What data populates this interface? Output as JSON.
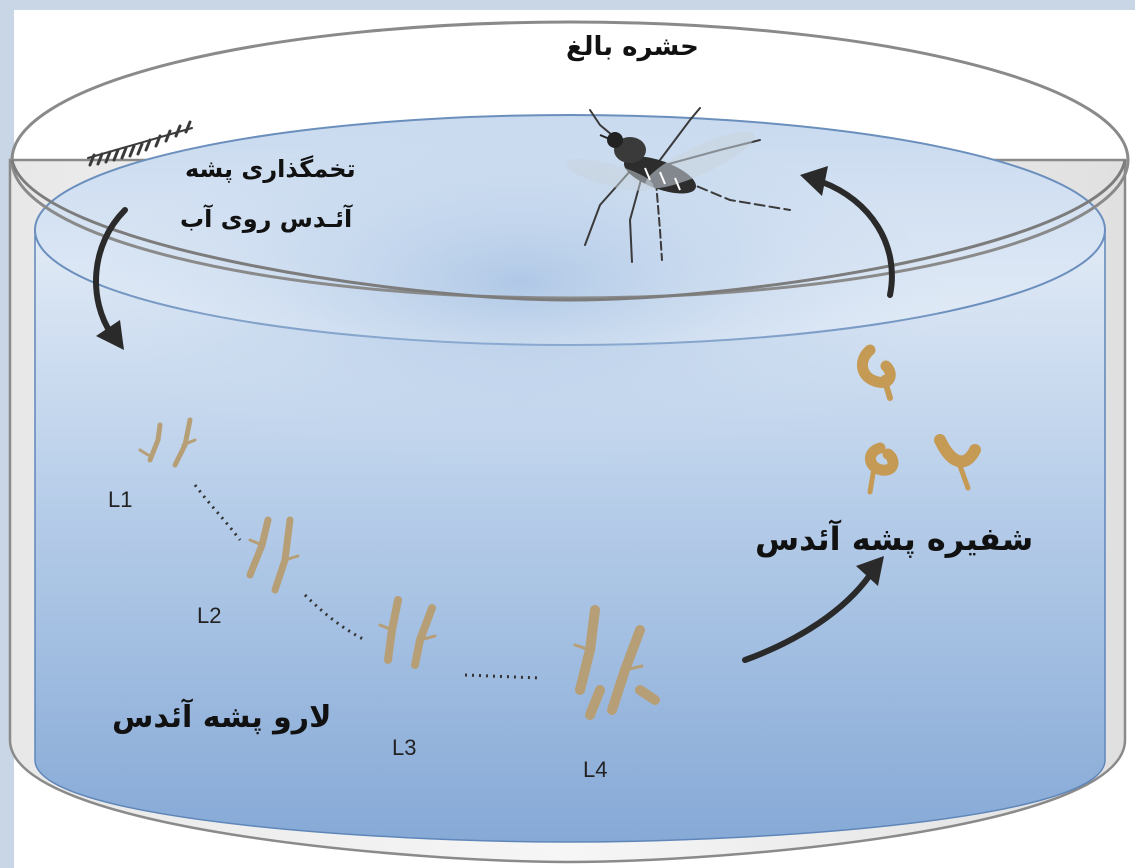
{
  "labels": {
    "adult": "حشره بالغ",
    "eggs_line1": "تخمگذاری پشه",
    "eggs_line2": "آئـدس روی آب",
    "larva": "لارو پشه آئدس",
    "pupa": "شفیره پشه آئدس"
  },
  "stages": [
    "L1",
    "L2",
    "L3",
    "L4"
  ],
  "colors": {
    "background_bars": "#c9d6e6",
    "water_top": "#d3e1f1",
    "water_bottom": "#8fb1d9",
    "container_rim": "#8a8a8a",
    "arrow": "#2a2a2a",
    "larva_body": "#b69f76",
    "pupa_body": "#c49a55"
  },
  "icons": [
    "mosquito-icon",
    "egg-raft-icon",
    "larva-icon",
    "pupa-icon",
    "curved-arrow-icon"
  ]
}
